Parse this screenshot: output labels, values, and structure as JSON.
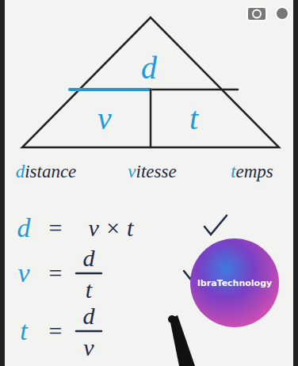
{
  "diagram": {
    "nodes": [
      {
        "text": [
          "d"
        ]
      },
      {
        "text": [
          "v"
        ]
      },
      {
        "text": [
          "t"
        ]
      }
    ],
    "labels": [
      "distance",
      "vitesse",
      "temps",
      "d",
      "=",
      "v × t",
      "v",
      "=",
      "d",
      "t",
      "t",
      "=",
      "d",
      "v",
      "IbraTechnology"
    ]
  }
}
